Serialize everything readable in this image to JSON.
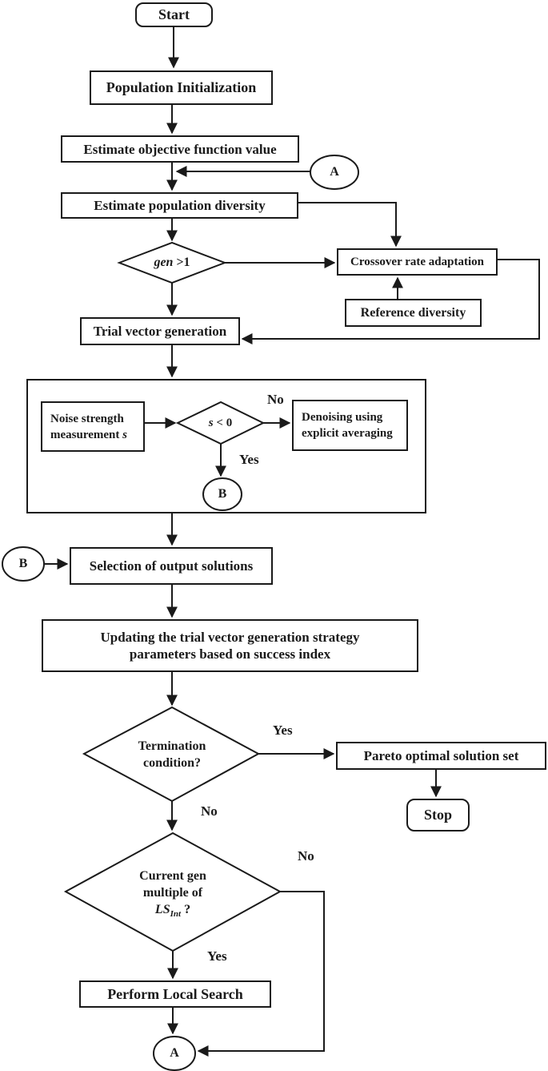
{
  "colors": {
    "line": "#1a1a1a",
    "background": "#ffffff",
    "text": "#1a1a1a"
  },
  "nodes": {
    "start": {
      "label": "Start"
    },
    "population_init": {
      "label": "Population Initialization"
    },
    "estimate_objective": {
      "label": "Estimate objective function value"
    },
    "connector_a_top": {
      "label": "A"
    },
    "estimate_diversity": {
      "label": "Estimate population diversity"
    },
    "gen_decision": {
      "var": "gen",
      "op": " >1"
    },
    "crossover": {
      "label": "Crossover rate adaptation"
    },
    "reference_diversity": {
      "label": "Reference diversity"
    },
    "trial_vector": {
      "label": "Trial vector generation"
    },
    "noise_strength": {
      "line1": "Noise strength",
      "line2_prefix": "measurement ",
      "line2_var": "s"
    },
    "noise_decision": {
      "var": "s",
      "op": " < 0"
    },
    "denoising": {
      "line1": "Denoising using",
      "line2": "explicit averaging"
    },
    "connector_b_inner": {
      "label": "B"
    },
    "connector_b_left": {
      "label": "B"
    },
    "selection": {
      "label": "Selection of output solutions"
    },
    "updating": {
      "line1": "Updating the trial vector generation strategy",
      "line2": "parameters based on success index"
    },
    "termination_decision": {
      "line1": "Termination",
      "line2": "condition?"
    },
    "pareto": {
      "label": "Pareto optimal solution set"
    },
    "stop": {
      "label": "Stop"
    },
    "gen_multiple_decision": {
      "line1": "Current gen",
      "line2": "multiple of",
      "line3_var": "LS",
      "line3_sub": "Int",
      "line3_suffix": " ?"
    },
    "local_search": {
      "label": "Perform Local Search"
    },
    "connector_a_bottom": {
      "label": "A"
    }
  },
  "edge_labels": {
    "noise_no": "No",
    "noise_yes": "Yes",
    "termination_yes": "Yes",
    "termination_no": "No",
    "gen_multiple_no": "No",
    "gen_multiple_yes": "Yes"
  }
}
